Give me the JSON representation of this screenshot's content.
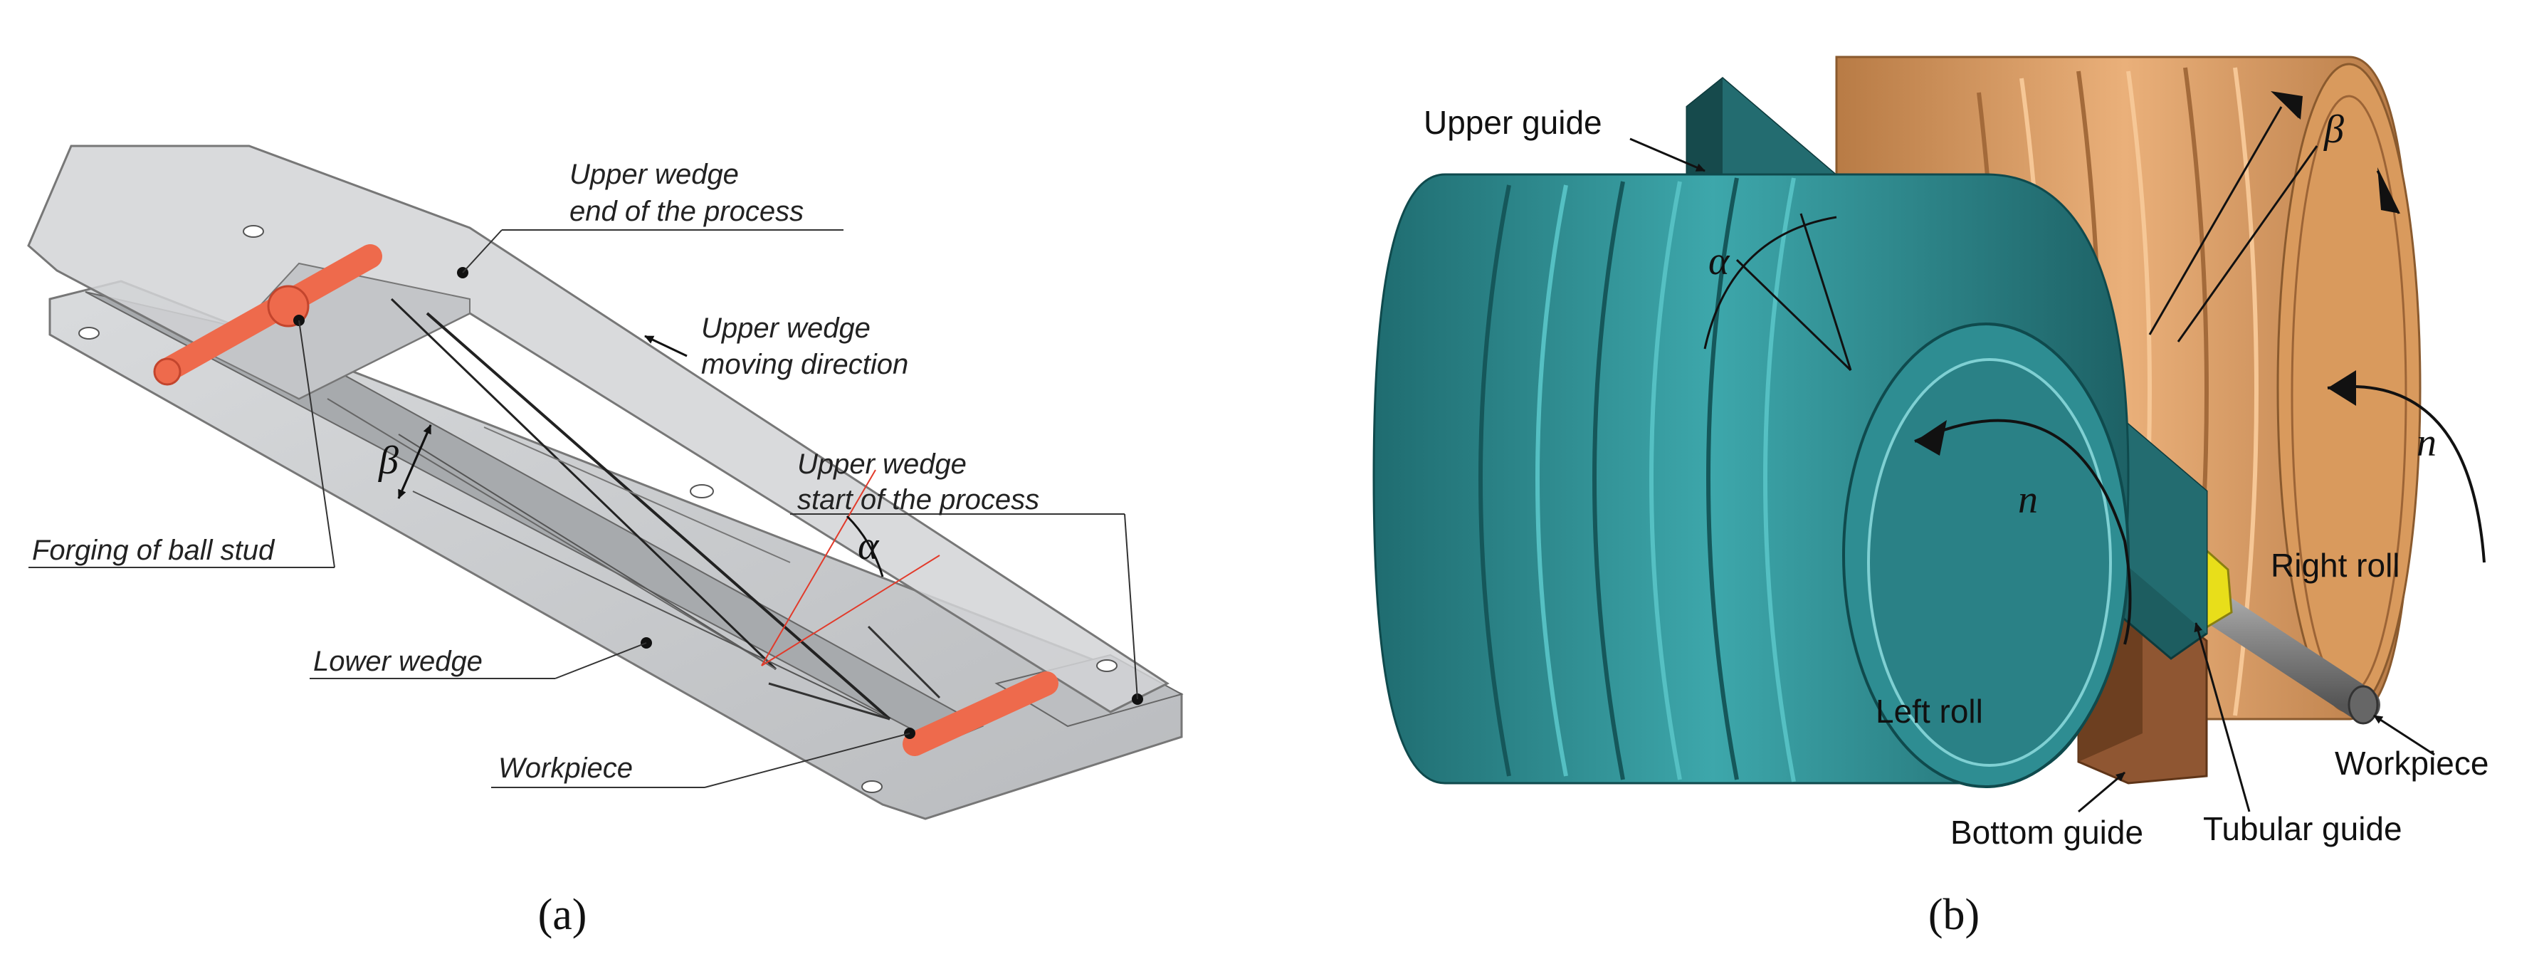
{
  "panel_a": {
    "caption_label": "(a)",
    "labels": {
      "upper_wedge_end_line1": "Upper wedge",
      "upper_wedge_end_line2": "end of the process",
      "moving_direction_line1": "Upper wedge",
      "moving_direction_line2": "moving direction",
      "upper_wedge_start_line1": "Upper wedge",
      "upper_wedge_start_line2": "start of the process",
      "forging": "Forging of ball stud",
      "lower_wedge": "Lower wedge",
      "workpiece": "Workpiece"
    },
    "symbols": {
      "beta": "β",
      "alpha": "α"
    }
  },
  "panel_b": {
    "caption_label": "(b)",
    "labels": {
      "upper_guide": "Upper guide",
      "right_roll": "Right roll",
      "left_roll": "Left roll",
      "workpiece": "Workpiece",
      "bottom_guide": "Bottom guide",
      "tubular_guide": "Tubular guide"
    },
    "symbols": {
      "beta": "β",
      "alpha": "α",
      "n_left": "n",
      "n_right": "n"
    }
  },
  "colors": {
    "left_roll": "#2e8d92",
    "right_roll": "#d99a5d",
    "upper_guide": "#1d5d60",
    "bottom_guide": "#8f5632",
    "tubular_guide": "#e8de1a",
    "workpiece_hot": "#ee6a4c",
    "wedge_plate": "#c9cbcd"
  }
}
